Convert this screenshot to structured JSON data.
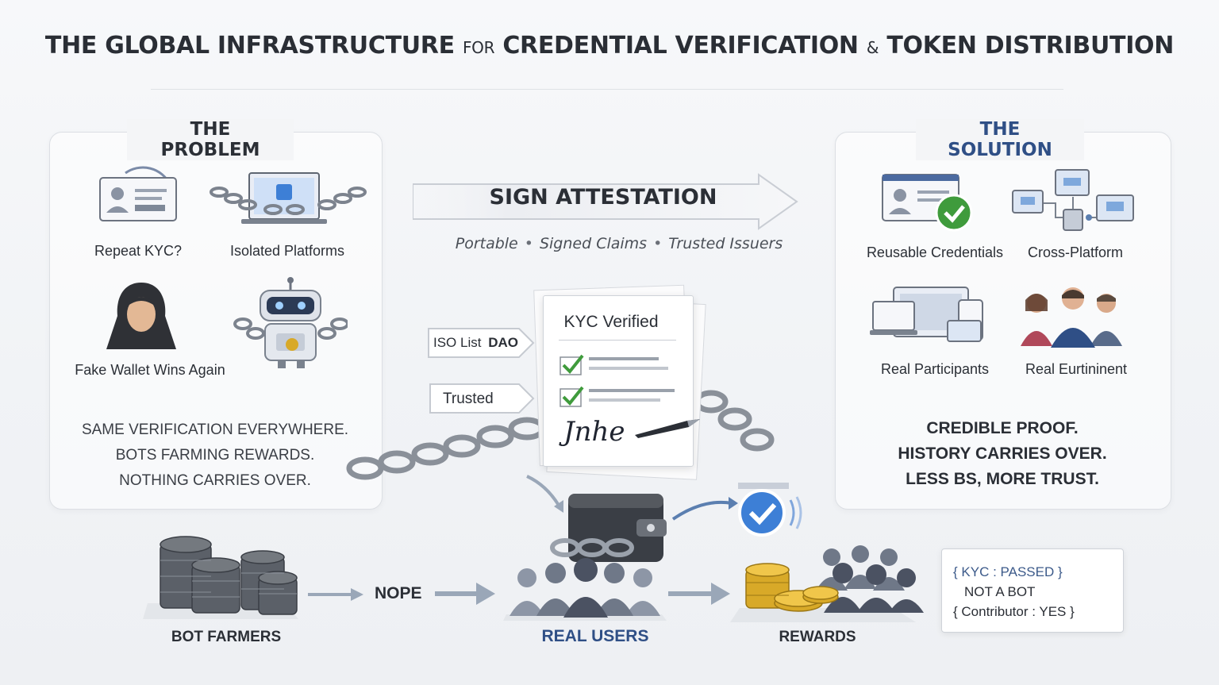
{
  "title": {
    "part1": "THE GLOBAL INFRASTRUCTURE",
    "connector1": "FOR",
    "part2": "CREDENTIAL VERIFICATION",
    "connector2": "&",
    "part3": "TOKEN DISTRIBUTION"
  },
  "problem": {
    "heading": "THE PROBLEM",
    "items": [
      {
        "label": "Repeat KYC?",
        "icon": "id-card-refresh-icon"
      },
      {
        "label": "Isolated Platforms",
        "icon": "chained-laptop-icon"
      },
      {
        "label": "Fake Wallet Wins Again",
        "icon": "hooded-hacker-icon"
      },
      {
        "label": "",
        "icon": "chained-robot-icon"
      }
    ],
    "summary": [
      "Same verification everywhere.",
      "Bots farming rewards.",
      "Nothing carries over."
    ]
  },
  "center": {
    "banner": "SIGN ATTESTATION",
    "features": [
      "Portable",
      "Signed Claims",
      "Trusted Issuers"
    ],
    "tags": [
      {
        "prefix": "ISO List",
        "value": "DAO"
      },
      {
        "prefix": "",
        "value": "Trusted"
      }
    ],
    "document": {
      "title": "KYC Verified",
      "signature": "Jnhe"
    }
  },
  "solution": {
    "heading": "THE SOLUTION",
    "items": [
      {
        "label": "Reusable Credentials",
        "icon": "id-card-check-icon"
      },
      {
        "label": "Cross-Platform",
        "icon": "connected-screens-icon"
      },
      {
        "label": "Real Participants",
        "icon": "devices-icon"
      },
      {
        "label": "Real Eurtininent",
        "icon": "people-group-icon"
      }
    ],
    "summary": [
      "Credible proof.",
      "History carries over.",
      "Less BS, more trust."
    ]
  },
  "flow": {
    "bot_farmers": "BOT FARMERS",
    "nope": "NOPE",
    "real_users": "REAL USERS",
    "rewards": "REWARDS"
  },
  "status_box": {
    "line1": "{ KYC : PASSED }",
    "line2": "NOT A BOT",
    "line3": "{ Contributor : YES }"
  },
  "colors": {
    "accent_blue": "#2f4f86",
    "check_green": "#3f9b3c",
    "badge_blue": "#3d7fd6",
    "coin_gold": "#d8a928"
  }
}
